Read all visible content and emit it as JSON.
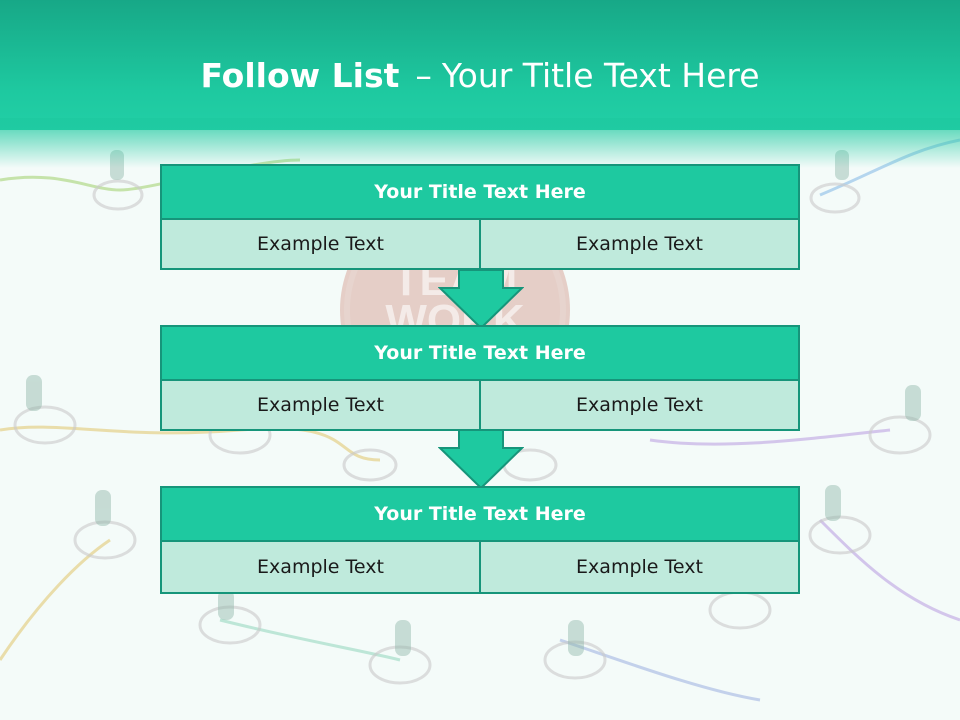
{
  "slide": {
    "title_bold": "Follow List",
    "title_separator": "–",
    "title_rest": "Your Title Text Here",
    "background_watermark_line1": "TEAM",
    "background_watermark_line2": "WORK"
  },
  "blocks": [
    {
      "title": "Your Title Text Here",
      "left": "Example Text",
      "right": "Example Text"
    },
    {
      "title": "Your Title Text Here",
      "left": "Example Text",
      "right": "Example Text"
    },
    {
      "title": "Your Title Text Here",
      "left": "Example Text",
      "right": "Example Text"
    }
  ],
  "colors": {
    "accent": "#1ec9a0",
    "accent_dark": "#16957a",
    "cell_fill": "#bfeadc",
    "header_top": "#17a887"
  },
  "icons": [
    "down-arrow-icon",
    "person-node-icon"
  ]
}
